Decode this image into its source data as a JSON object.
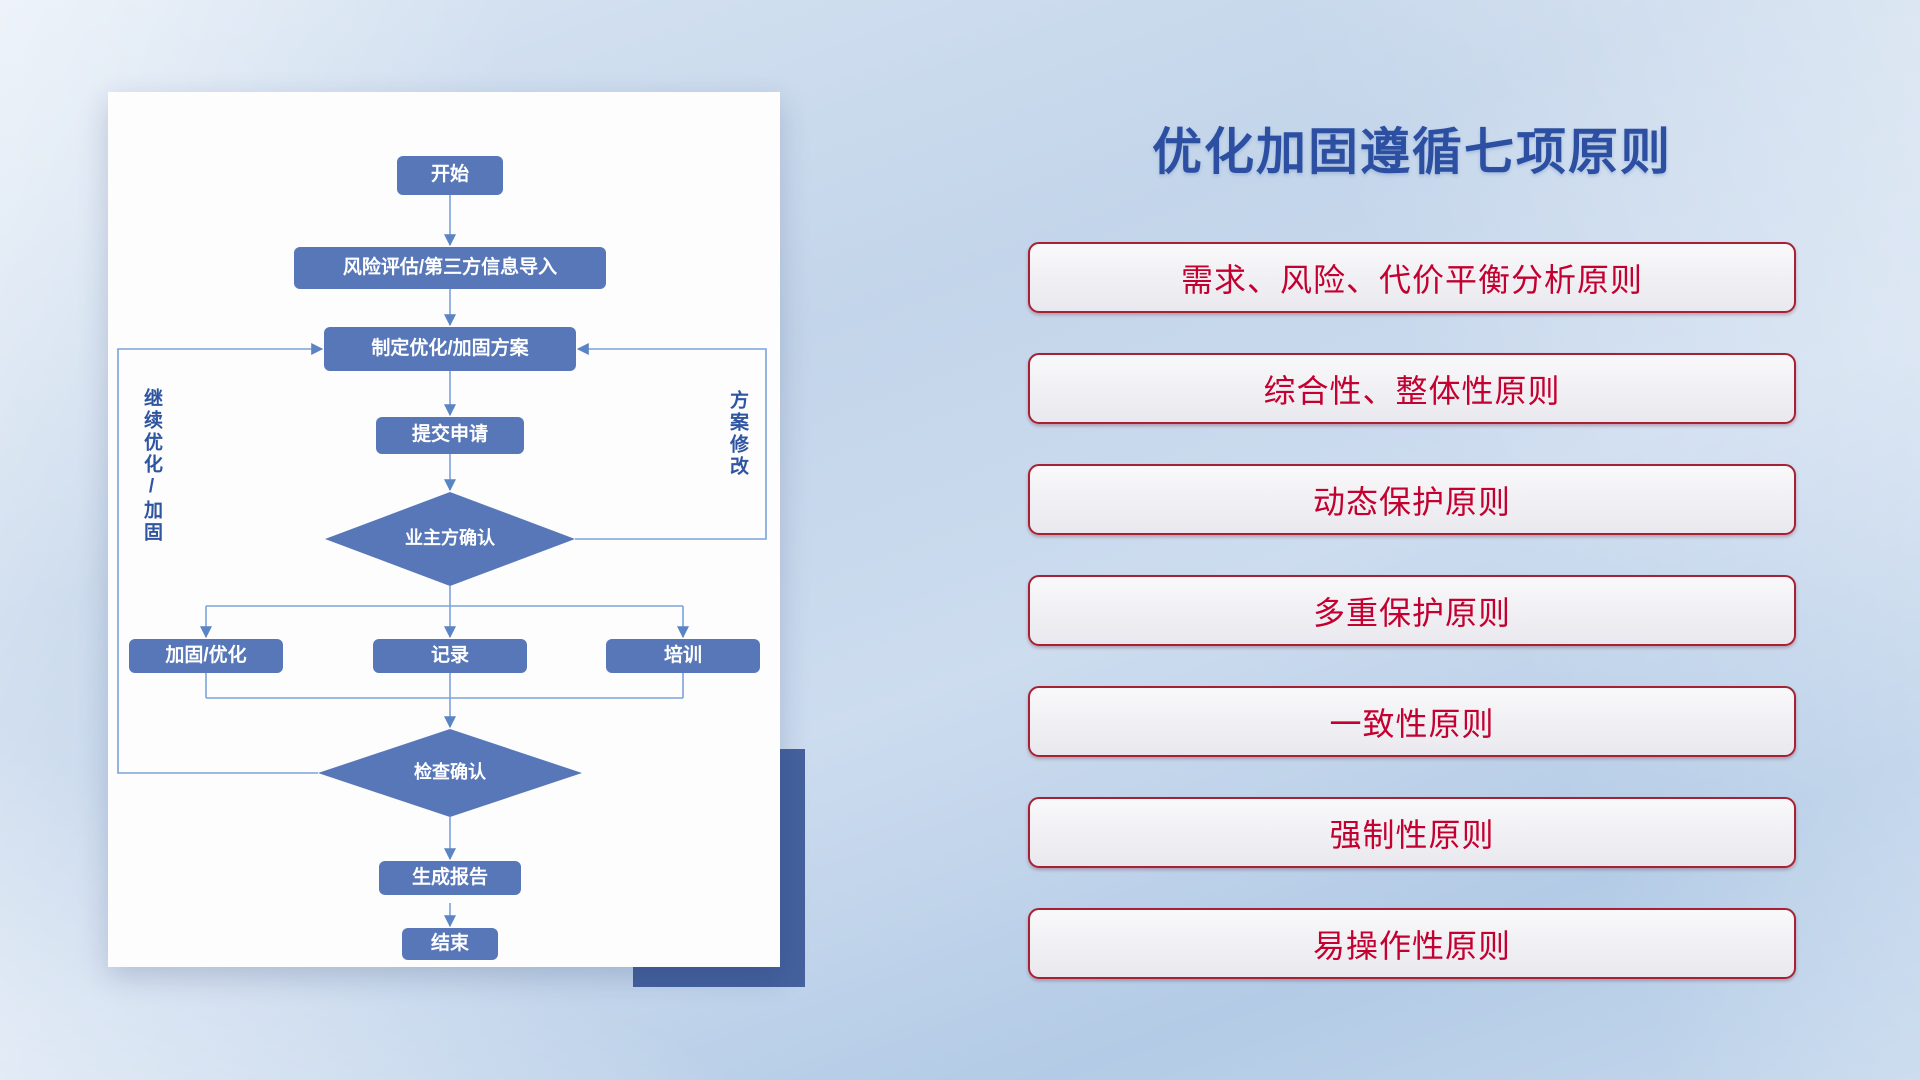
{
  "flowchart": {
    "nodes": {
      "start": "开始",
      "risk": "风险评估/第三方信息导入",
      "plan": "制定优化/加固方案",
      "submit": "提交申请",
      "owner_confirm": "业主方确认",
      "reinforce": "加固/优化",
      "record": "记录",
      "training": "培训",
      "check_confirm": "检查确认",
      "report": "生成报告",
      "end": "结束"
    },
    "labels": {
      "left_loop": "继续优化/加固",
      "right_loop": "方案修改"
    },
    "colors": {
      "node_fill": "#5777b9",
      "connector": "#7ba3d8",
      "side_label": "#2f55a0"
    }
  },
  "principles": {
    "title": "优化加固遵循七项原则",
    "items": [
      {
        "label": "需求、风险、代价平衡分析原则"
      },
      {
        "label": "综合性、整体性原则"
      },
      {
        "label": "动态保护原则"
      },
      {
        "label": "多重保护原则"
      },
      {
        "label": "一致性原则"
      },
      {
        "label": "强制性原则"
      },
      {
        "label": "易操作性原则"
      }
    ],
    "colors": {
      "title": "#2d4fa1",
      "box_border": "#a62134",
      "box_text": "#c3002f"
    }
  }
}
